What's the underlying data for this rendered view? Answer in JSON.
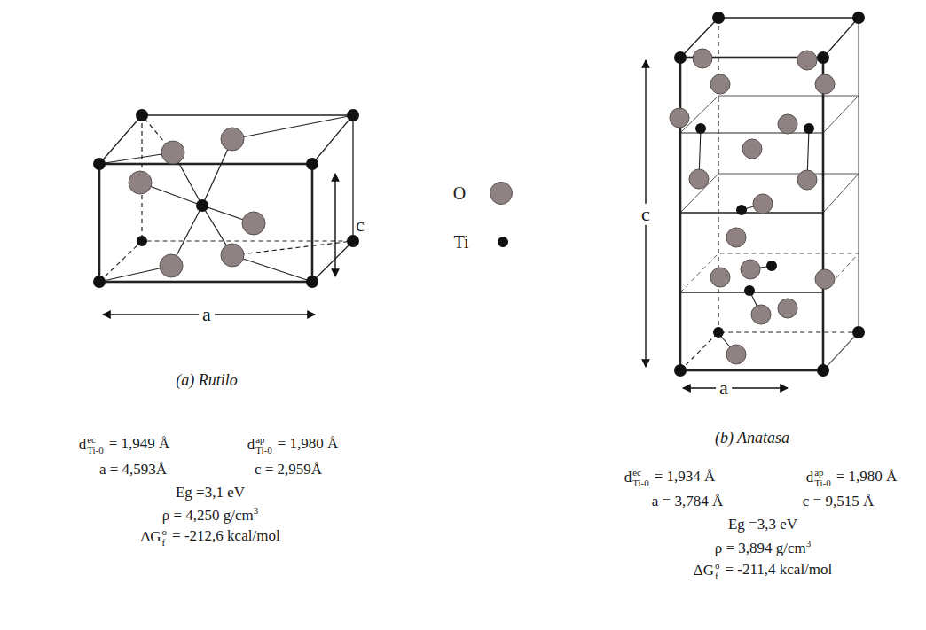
{
  "diagram": {
    "labels": [
      "a",
      "c",
      "(a) Rutilo",
      "d",
      "ec",
      "Ti-0",
      "= 1,949 Å",
      "d",
      "ap",
      "Ti-0",
      "= 1,980 Å",
      "a = 4,593Å",
      "c = 2,959Å",
      "Eg =3,1 eV",
      "ρ = 4,250 g/cm",
      "3",
      "ΔG",
      "o",
      "f",
      "= -212,6 kcal/mol",
      "c",
      "a",
      "(b) Anatasa",
      "d",
      "ec",
      "Ti-0",
      "= 1,934 Å",
      "d",
      "ap",
      "Ti-0",
      "= 1,980 Å",
      "a = 3,784 Å",
      "c = 9,515 Å",
      "Eg =3,3 eV",
      "ρ = 3,894 g/cm",
      "3",
      "ΔG",
      "o",
      "f",
      "= -211,4 kcal/mol"
    ],
    "legend": [
      {
        "text": "O",
        "color": "#8f8282"
      },
      {
        "text": "Ti",
        "color": "#111111"
      }
    ]
  }
}
